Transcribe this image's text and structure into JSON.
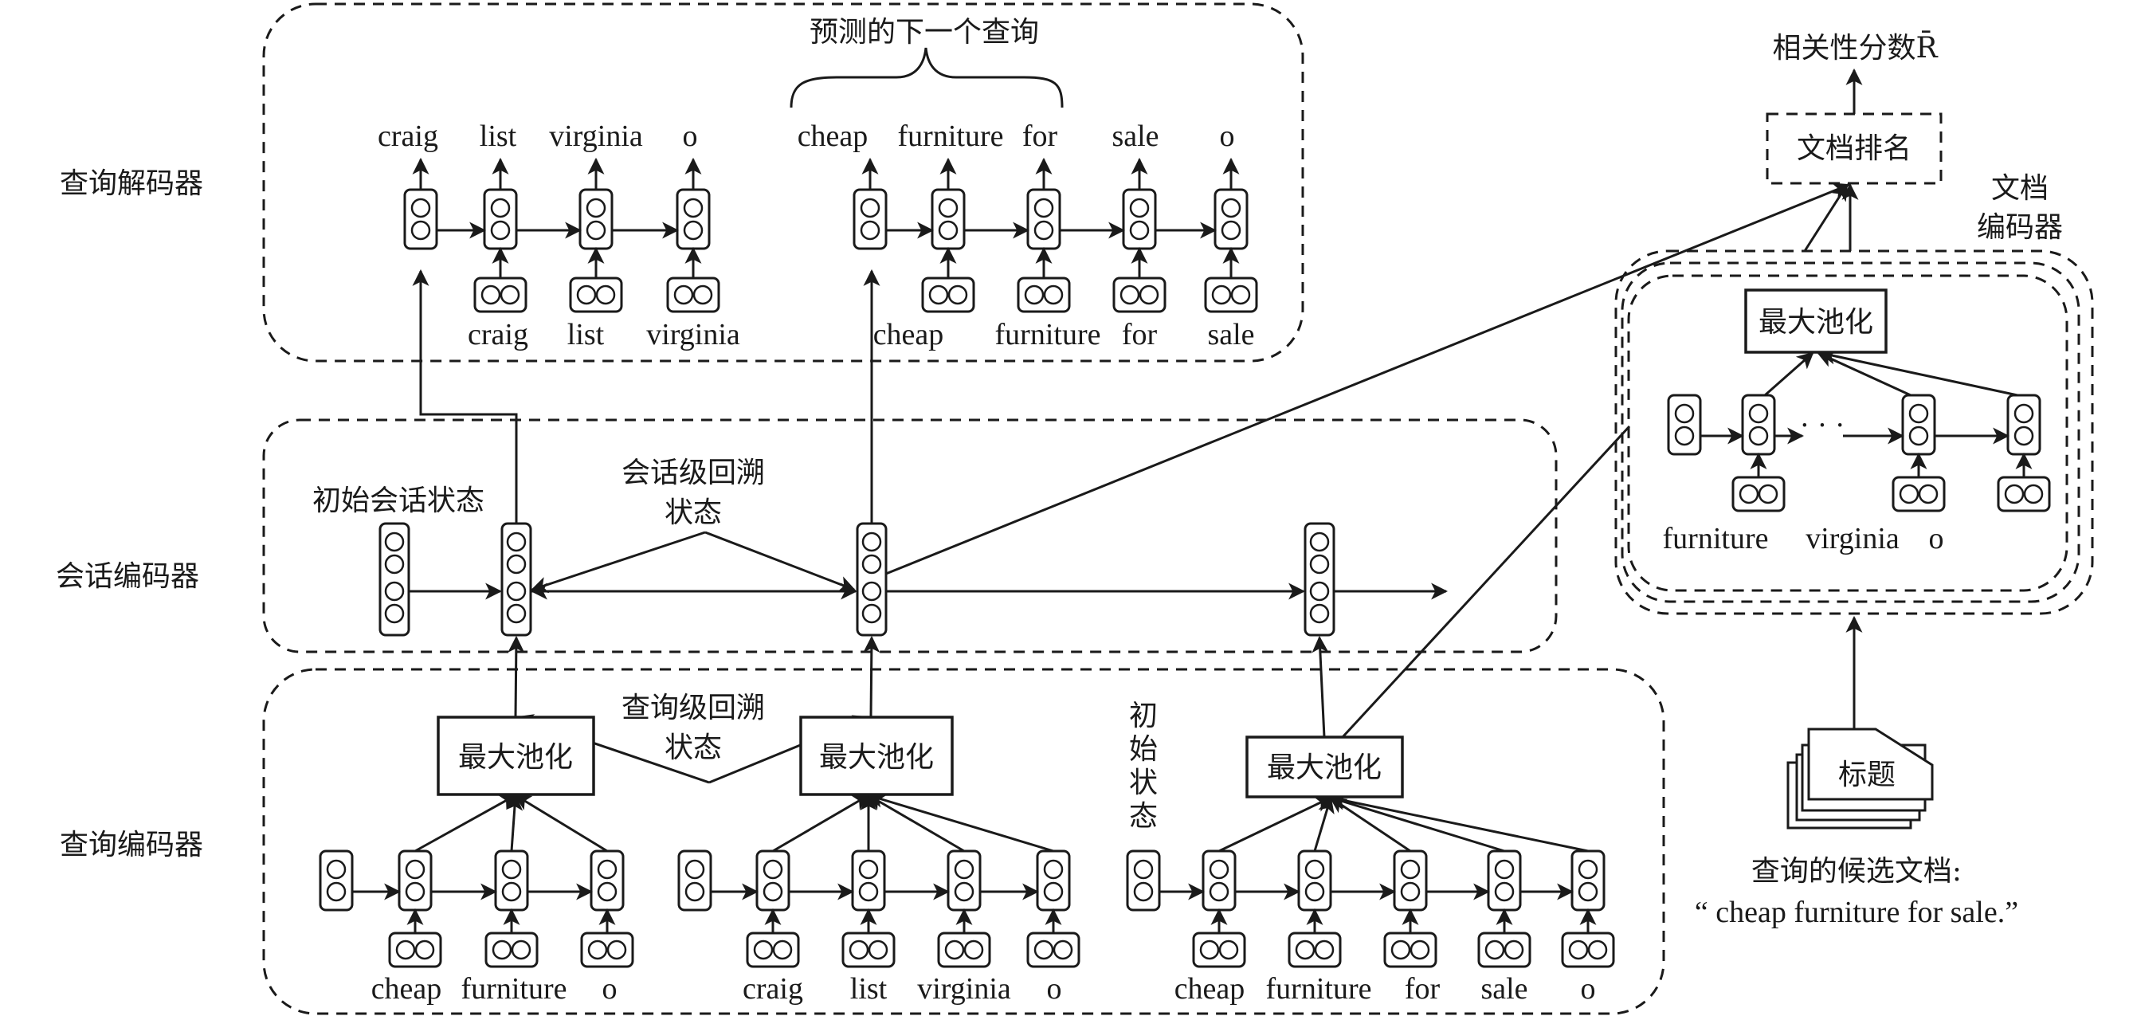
{
  "sections": {
    "query_decoder": "查询解码器",
    "session_encoder": "会话编码器",
    "query_encoder": "查询编码器"
  },
  "decoder": {
    "predicted_next_query": "预测的下一个查询",
    "left_outputs": [
      "craig",
      "list",
      "virginia",
      "o"
    ],
    "left_inputs": [
      "craig",
      "list",
      "virginia"
    ],
    "right_outputs": [
      "cheap",
      "furniture",
      "for",
      "sale",
      "o"
    ],
    "right_inputs": [
      "cheap",
      "furniture",
      "for",
      "sale"
    ]
  },
  "session": {
    "initial_state": "初始会话状态",
    "lookback_line1": "会话级回溯",
    "lookback_line2": "状态"
  },
  "query_encoder": {
    "lookback_line1": "查询级回溯",
    "lookback_line2": "状态",
    "initial_state_vertical": [
      "初",
      "始",
      "状",
      "态"
    ],
    "maxpool": "最大池化",
    "query1_words": [
      "cheap",
      "furniture",
      "o"
    ],
    "query2_words": [
      "craig",
      "list",
      "virginia",
      "o"
    ],
    "query3_words": [
      "cheap",
      "furniture",
      "for",
      "sale",
      "o"
    ]
  },
  "document": {
    "relevance_score": "相关性分数R̄",
    "ranking": "文档排名",
    "encoder_line1": "文档",
    "encoder_line2": "编码器",
    "maxpool": "最大池化",
    "words": [
      "furniture",
      "virginia",
      "o"
    ],
    "ellipsis": "· · ·",
    "title": "标题",
    "candidate_label": "查询的候选文档:",
    "candidate_text": "“ cheap furniture for sale.”"
  }
}
